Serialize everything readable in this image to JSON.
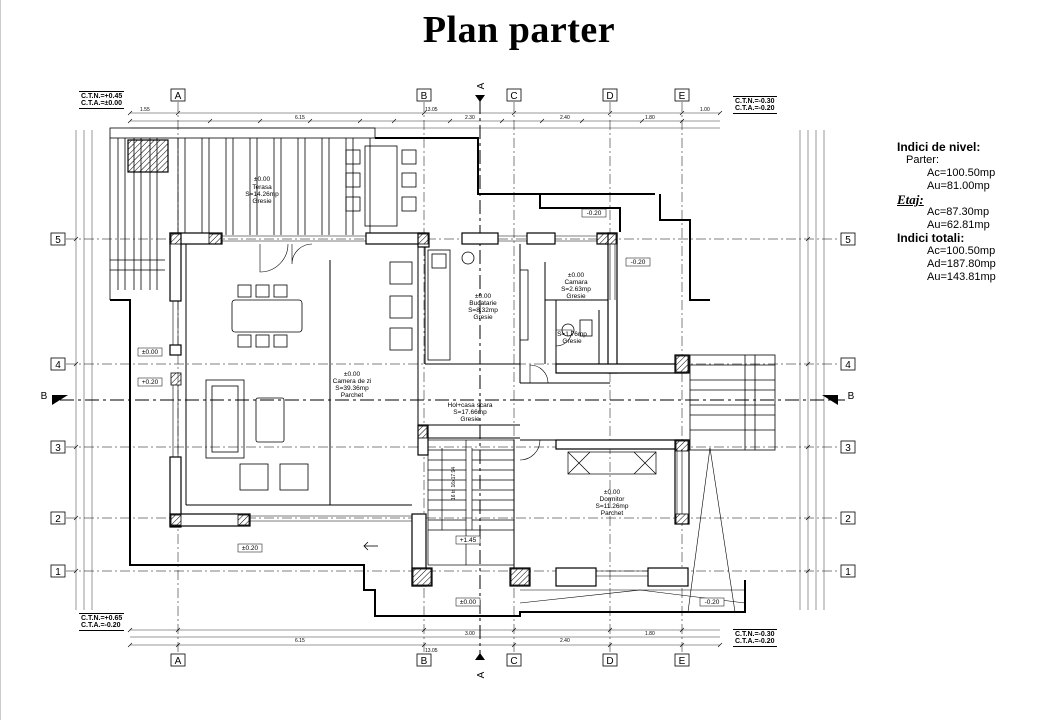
{
  "title": "Plan parter",
  "levels": {
    "top_left": [
      "C.T.N.=+0.45",
      "C.T.A.=±0.00"
    ],
    "top_right": [
      "C.T.N.=-0.30",
      "C.T.A.=-0.20"
    ],
    "bottom_left": [
      "C.T.N.=+0.65",
      "C.T.A.=-0.20"
    ],
    "bottom_right": [
      "C.T.N.=-0.30",
      "C.T.A.=-0.20"
    ]
  },
  "axes": {
    "columns": [
      "A",
      "B",
      "C",
      "D",
      "E"
    ],
    "rows": [
      "5",
      "4",
      "3",
      "2",
      "1"
    ],
    "section_a": "A",
    "section_b": "B"
  },
  "indices": {
    "heading": "Indici de nivel:",
    "parter_label": "Parter:",
    "parter_ac": "Ac=100.50mp",
    "parter_au": "Au=81.00mp",
    "etaj_label": "Etaj:",
    "etaj_ac": "Ac=87.30mp",
    "etaj_au": "Au=62.81mp",
    "total_heading": "Indici totali:",
    "total_ac": "Ac=100.50mp",
    "total_ad": "Ad=187.80mp",
    "total_au": "Au=143.81mp"
  },
  "rooms": [
    {
      "name": "Terasa",
      "area": "S=14.26mp",
      "finish": "Gresie",
      "level": "±0.00"
    },
    {
      "name": "Camera de zi",
      "area": "S=39.36mp",
      "finish": "Parchet",
      "level": "±0.00"
    },
    {
      "name": "Bucatarie",
      "area": "S=8.32mp",
      "finish": "Gresie",
      "level": "±0.00"
    },
    {
      "name": "Camara",
      "area": "S=2.63mp",
      "finish": "Gresie",
      "level": "±0.00"
    },
    {
      "name": "Hol+casa scara",
      "area": "S=17.66mp",
      "finish": "Gresie",
      "level": "±0.00"
    },
    {
      "name": "Dormitor",
      "area": "S=11.26mp",
      "finish": "Parchet",
      "level": "±0.00"
    },
    {
      "name": "",
      "area": "S=1.76mp",
      "finish": "Gresie",
      "level": ""
    }
  ],
  "level_marks": [
    "±0.00",
    "+0.20",
    "±0.20",
    "-0.20",
    "-0.20",
    "+1.45",
    "±0.00",
    "-0.20"
  ],
  "dimensions": {
    "top_overall": "13.05",
    "top_left": "1.55",
    "top_right": "1.00",
    "top_a": "6.15",
    "top_b": "2.30",
    "top_c": "2.40",
    "top_d": "1.80",
    "bottom_overall": "13.05",
    "bottom_a": "6.15",
    "bottom_b": "3.00",
    "bottom_c": "2.40",
    "bottom_d": "1.80",
    "stair": "16 tr. 16x17.94"
  }
}
